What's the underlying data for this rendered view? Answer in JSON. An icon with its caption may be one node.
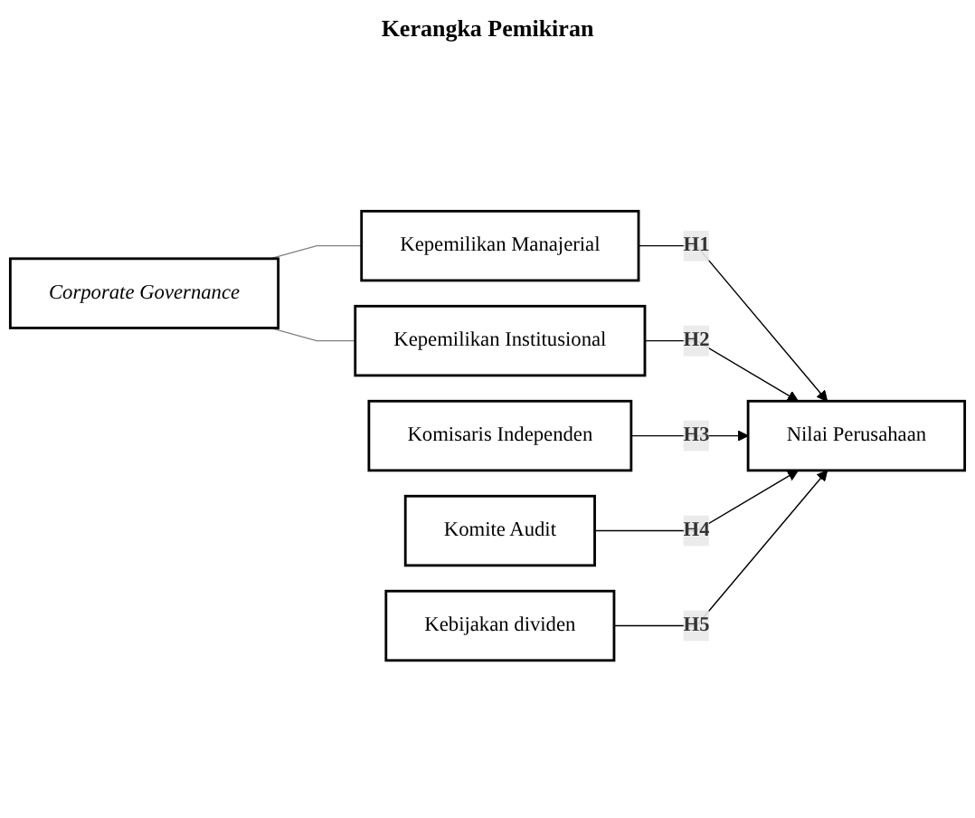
{
  "diagram": {
    "title": "Kerangka Pemikiran",
    "nodes": [
      {
        "text": [
          "Corporate Governance"
        ]
      },
      {
        "text": [
          "Kepemilikan Manajerial"
        ]
      },
      {
        "text": [
          "Kepemilikan Institusional"
        ]
      },
      {
        "text": [
          "Komisaris Independen"
        ]
      },
      {
        "text": [
          "Komite Audit"
        ]
      },
      {
        "text": [
          "Kebijakan dividen"
        ]
      },
      {
        "text": [
          "Nilai Perusahaan"
        ]
      }
    ],
    "edges": [
      {
        "from": 0,
        "to": 1,
        "arrow": "none",
        "color": "#808080"
      },
      {
        "from": 0,
        "to": 2,
        "arrow": "none",
        "color": "#808080"
      },
      {
        "from": 1,
        "to": 6,
        "arrow": "to",
        "label": "H1"
      },
      {
        "from": 2,
        "to": 6,
        "arrow": "to",
        "label": "H2"
      },
      {
        "from": 3,
        "to": 6,
        "arrow": "to",
        "label": "H3"
      },
      {
        "from": 4,
        "to": 6,
        "arrow": "to",
        "label": "H4"
      },
      {
        "from": 5,
        "to": 6,
        "arrow": "to",
        "label": "H5"
      }
    ]
  }
}
